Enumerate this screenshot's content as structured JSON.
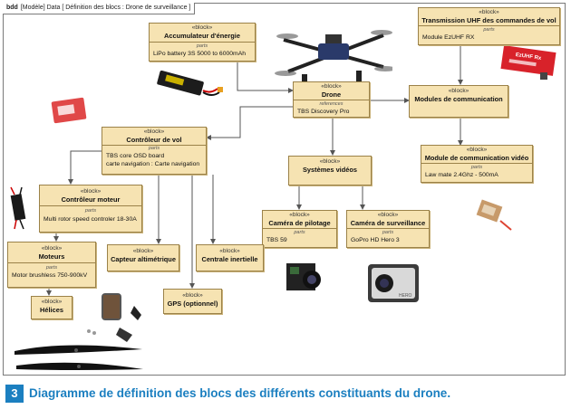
{
  "frame": {
    "keyword": "bdd",
    "label": "[Modèle] Data [ Définition des blocs : Drone de surveillance ]"
  },
  "stereotype": "«block»",
  "parts_label": "parts",
  "references_label": "references",
  "blocks": {
    "accumulateur": {
      "name": "Accumulateur d'énergie",
      "part": "LiPo battery 3S 5000 to 6000mAh"
    },
    "drone": {
      "name": "Drone",
      "part": "TBS Discovery Pro"
    },
    "transmission": {
      "name": "Transmission UHF des commandes de vol",
      "part": "Module EzUHF RX"
    },
    "modules_com": {
      "name": "Modules de communication"
    },
    "controleur_vol": {
      "name": "Contrôleur de vol",
      "part1": "TBS core OSD board",
      "part2": "carte navigation : Carte navigation"
    },
    "systemes_video": {
      "name": "Systèmes vidéos"
    },
    "module_video": {
      "name": "Module de communication vidéo",
      "part": "Law mate 2.4Ghz - 500mA"
    },
    "controleur_moteur": {
      "name": "Contrôleur moteur",
      "part": "Multi rotor speed controler 18-30A"
    },
    "camera_pilotage": {
      "name": "Caméra de pilotage",
      "part": "TBS 59"
    },
    "camera_surveillance": {
      "name": "Caméra de surveillance",
      "part": "GoPro HD Hero 3"
    },
    "moteurs": {
      "name": "Moteurs",
      "part": "Motor brushless 750-900kV"
    },
    "capteur": {
      "name": "Capteur altimétrique"
    },
    "centrale": {
      "name": "Centrale inertielle"
    },
    "gps": {
      "name": "GPS (optionnel)"
    },
    "helices": {
      "name": "Hélices"
    }
  },
  "device_labels": {
    "ezuhf": "EzUHF Rx",
    "camera_brand": "HERO"
  },
  "caption": {
    "number": "3",
    "text": "Diagramme de définition des blocs des différents constituants du drone."
  },
  "colors": {
    "block_fill": "#f6e3b2",
    "block_border": "#9b8249",
    "caption_blue": "#1b7fc0",
    "line": "#555555"
  }
}
